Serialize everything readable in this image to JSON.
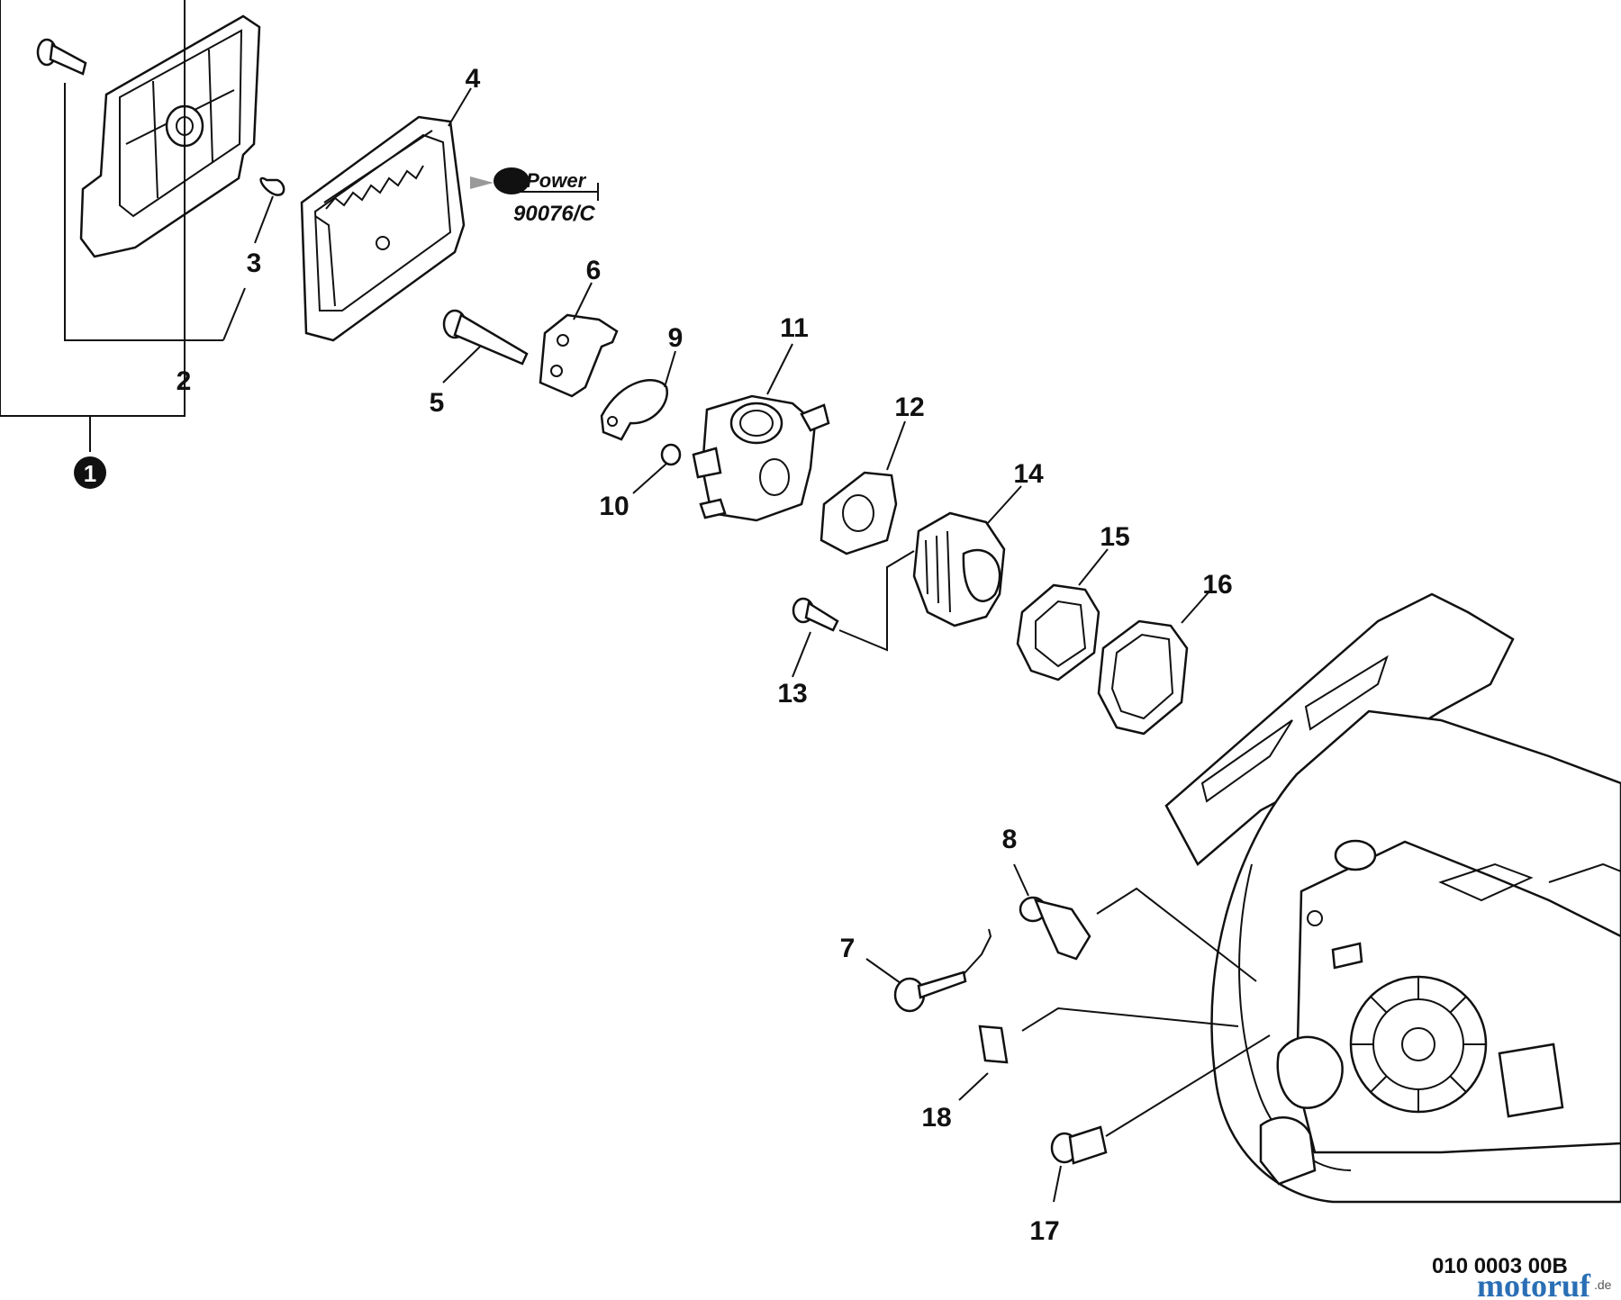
{
  "callouts": [
    "1",
    "2",
    "3",
    "4",
    "5",
    "6",
    "7",
    "8",
    "9",
    "10",
    "11",
    "12",
    "13",
    "14",
    "15",
    "16",
    "17",
    "18"
  ],
  "badge": {
    "name": "RePower",
    "part": "90076/C"
  },
  "drawing_ref": "010 0003 00B",
  "watermark": {
    "text": "motoruf",
    "suffix": ".de",
    "colors": [
      "#2a6fb5",
      "#c9a227"
    ]
  }
}
